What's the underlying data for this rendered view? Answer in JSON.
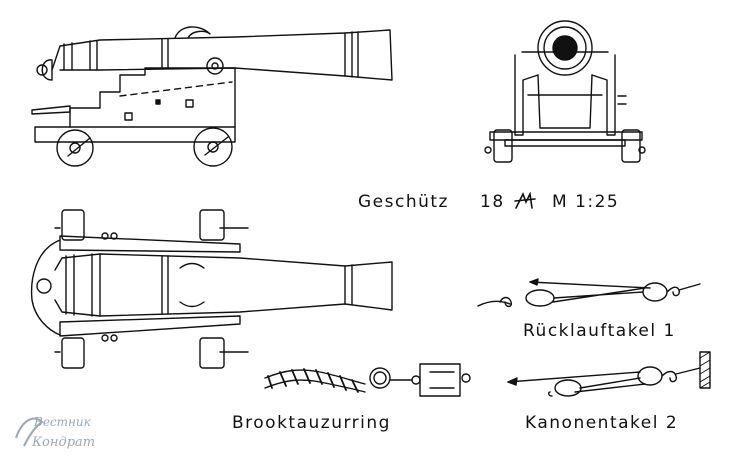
{
  "title": {
    "part1": "Geschütz",
    "part2": "18",
    "part3": "M 1:25"
  },
  "labels": {
    "rucklauftakel": "Rücklauftakel 1",
    "brooktauzurring": "Brooktauzurring",
    "kanonentakel": "Kanonentakel 2"
  },
  "watermark": {
    "line1": "Вестник",
    "line2": "Кондрат"
  },
  "colors": {
    "ink": "#111111",
    "paper": "#ffffff",
    "watermark": "#9aa7b6"
  }
}
